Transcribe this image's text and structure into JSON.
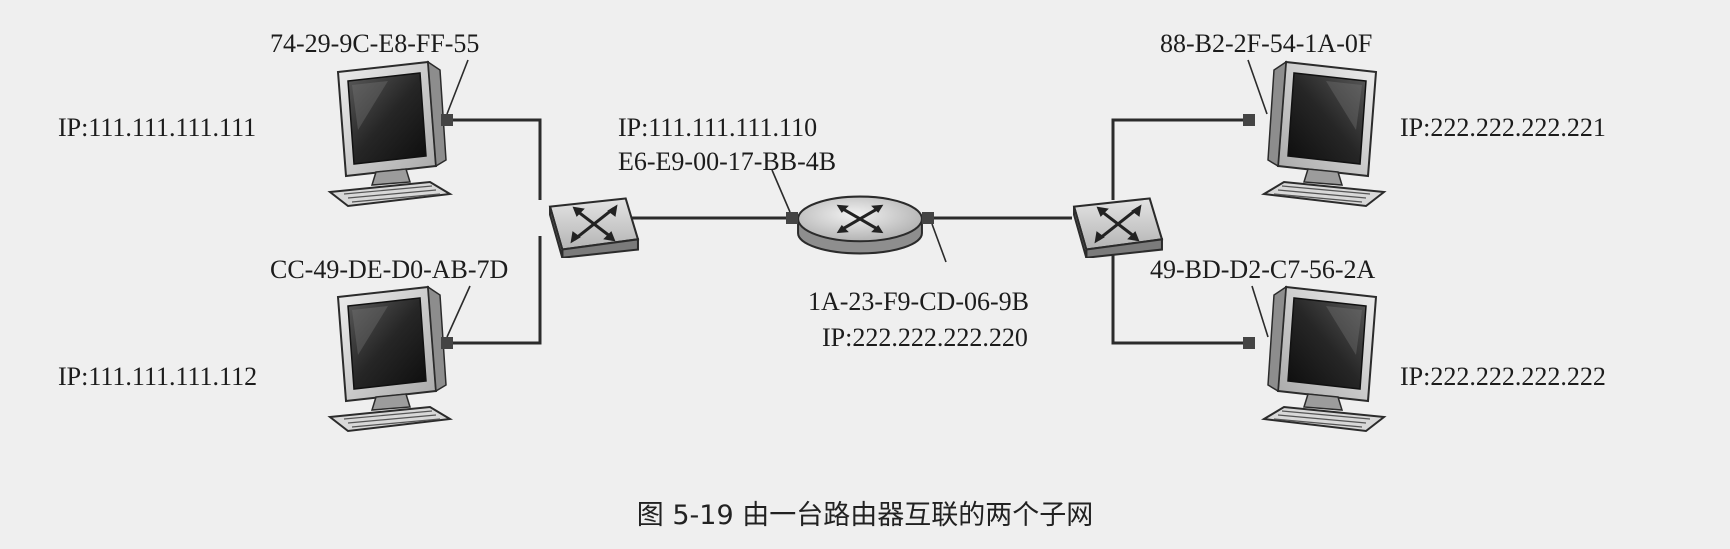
{
  "hosts": {
    "top_left": {
      "mac": "74-29-9C-E8-FF-55",
      "ip": "IP:111.111.111.111"
    },
    "bottom_left": {
      "mac": "CC-49-DE-D0-AB-7D",
      "ip": "IP:111.111.111.112"
    },
    "top_right": {
      "mac": "88-B2-2F-54-1A-0F",
      "ip": "IP:222.222.222.221"
    },
    "bottom_right": {
      "mac": "49-BD-D2-C7-56-2A",
      "ip": "IP:222.222.222.222"
    }
  },
  "router": {
    "left_ip": "IP:111.111.111.110",
    "left_mac": "E6-E9-00-17-BB-4B",
    "right_mac": "1A-23-F9-CD-06-9B",
    "right_ip": "IP:222.222.222.220"
  },
  "caption": "图 5-19   由一台路由器互联的两个子网"
}
